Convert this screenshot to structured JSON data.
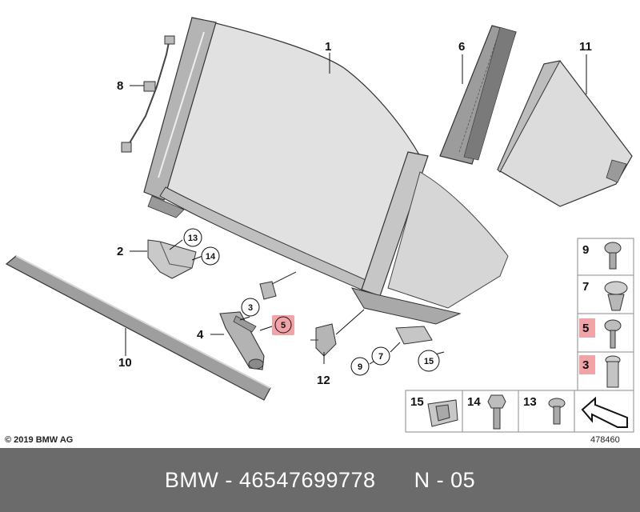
{
  "diagram": {
    "part_labels": {
      "p1": "1",
      "p2": "2",
      "p3": "3",
      "p4": "4",
      "p5": "5",
      "p6": "6",
      "p7": "7",
      "p8": "8",
      "p9": "9",
      "p10": "10",
      "p11": "11",
      "p12": "12",
      "p13": "13",
      "p14": "14",
      "p15": "15"
    },
    "legend_labels": {
      "l9": "9",
      "l7": "7",
      "l5": "5",
      "l3": "3",
      "l15": "15",
      "l14": "14",
      "l13": "13"
    },
    "highlight_color": "#f2a3a8",
    "copyright": "© 2019 BMW AG",
    "diagram_number": "478460"
  },
  "footer": {
    "brand": "BMW",
    "separator": " - ",
    "part_number": "46547699778",
    "page": "N - 05"
  }
}
